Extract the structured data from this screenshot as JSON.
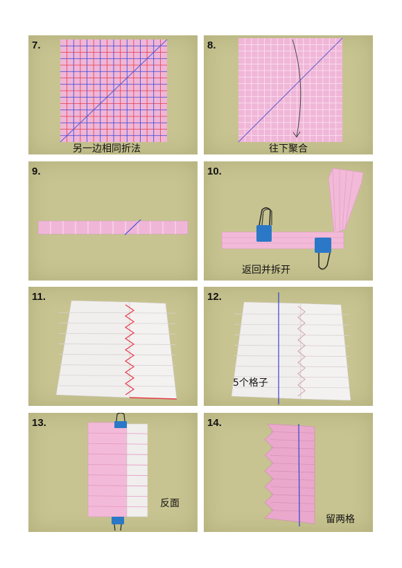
{
  "steps": [
    {
      "number": "7.",
      "caption": "另一边相同折法"
    },
    {
      "number": "8.",
      "caption": "往下聚合"
    },
    {
      "number": "9.",
      "caption": ""
    },
    {
      "number": "10.",
      "caption": "返回并拆开"
    },
    {
      "number": "11.",
      "caption": ""
    },
    {
      "number": "12.",
      "caption": "5个格子"
    },
    {
      "number": "13.",
      "caption": "反面"
    },
    {
      "number": "14.",
      "caption": "留两格"
    }
  ],
  "colors": {
    "background": "#c7c491",
    "paper_pink": "#f0b6d8",
    "paper_white": "#f1eeee",
    "crease_red": "#e43a4a",
    "crease_blue": "#3340d8",
    "clip_blue": "#2b78c6"
  }
}
